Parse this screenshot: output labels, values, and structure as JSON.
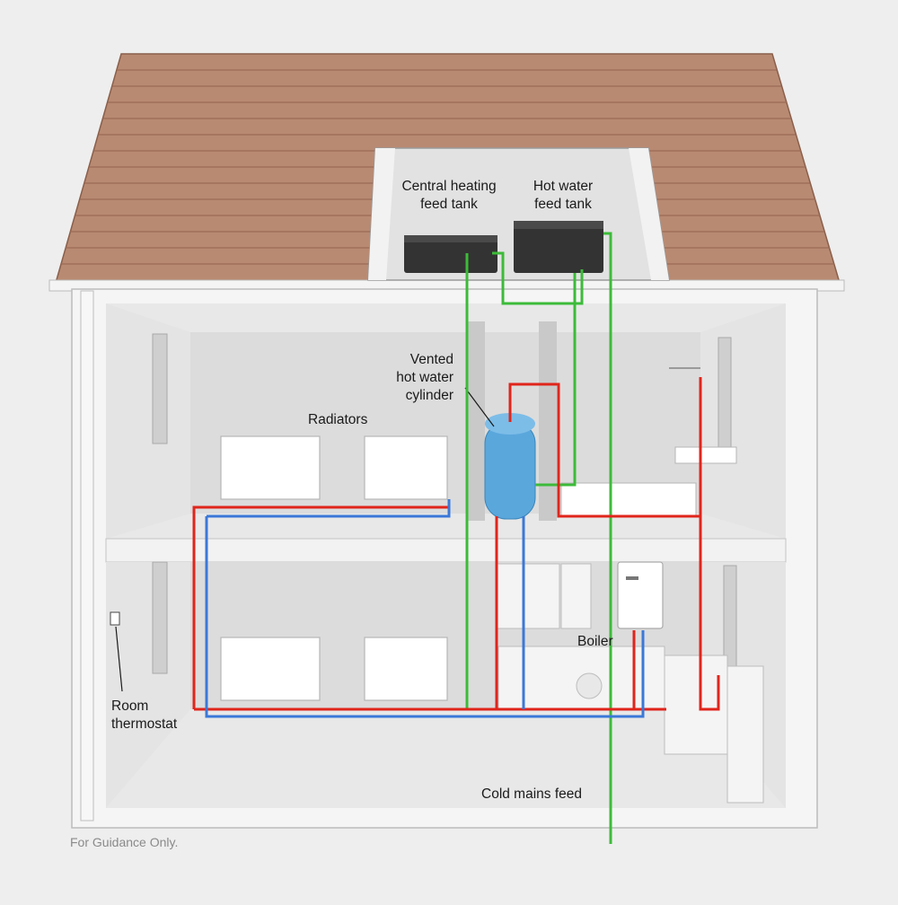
{
  "labels": {
    "central_heating_tank": [
      "Central heating",
      "feed tank"
    ],
    "hot_water_tank": [
      "Hot water",
      "feed tank"
    ],
    "vented_cylinder": [
      "Vented",
      "hot water",
      "cylinder"
    ],
    "radiators": "Radiators",
    "boiler": "Boiler",
    "room_thermostat": [
      "Room",
      "thermostat"
    ],
    "cold_mains": "Cold mains feed"
  },
  "disclaimer": "For Guidance Only.",
  "colors": {
    "background": "#eeeeee",
    "roof": "#b98a72",
    "roof_line": "#8a5f4b",
    "wall": "#f5f5f5",
    "interior": "#dcdcdc",
    "hot_pipe": "#e0251b",
    "cold_pipe": "#3b78d8",
    "feed_pipe": "#3dbb3a",
    "cylinder": "#5aa7dc",
    "tank": "#333333"
  }
}
